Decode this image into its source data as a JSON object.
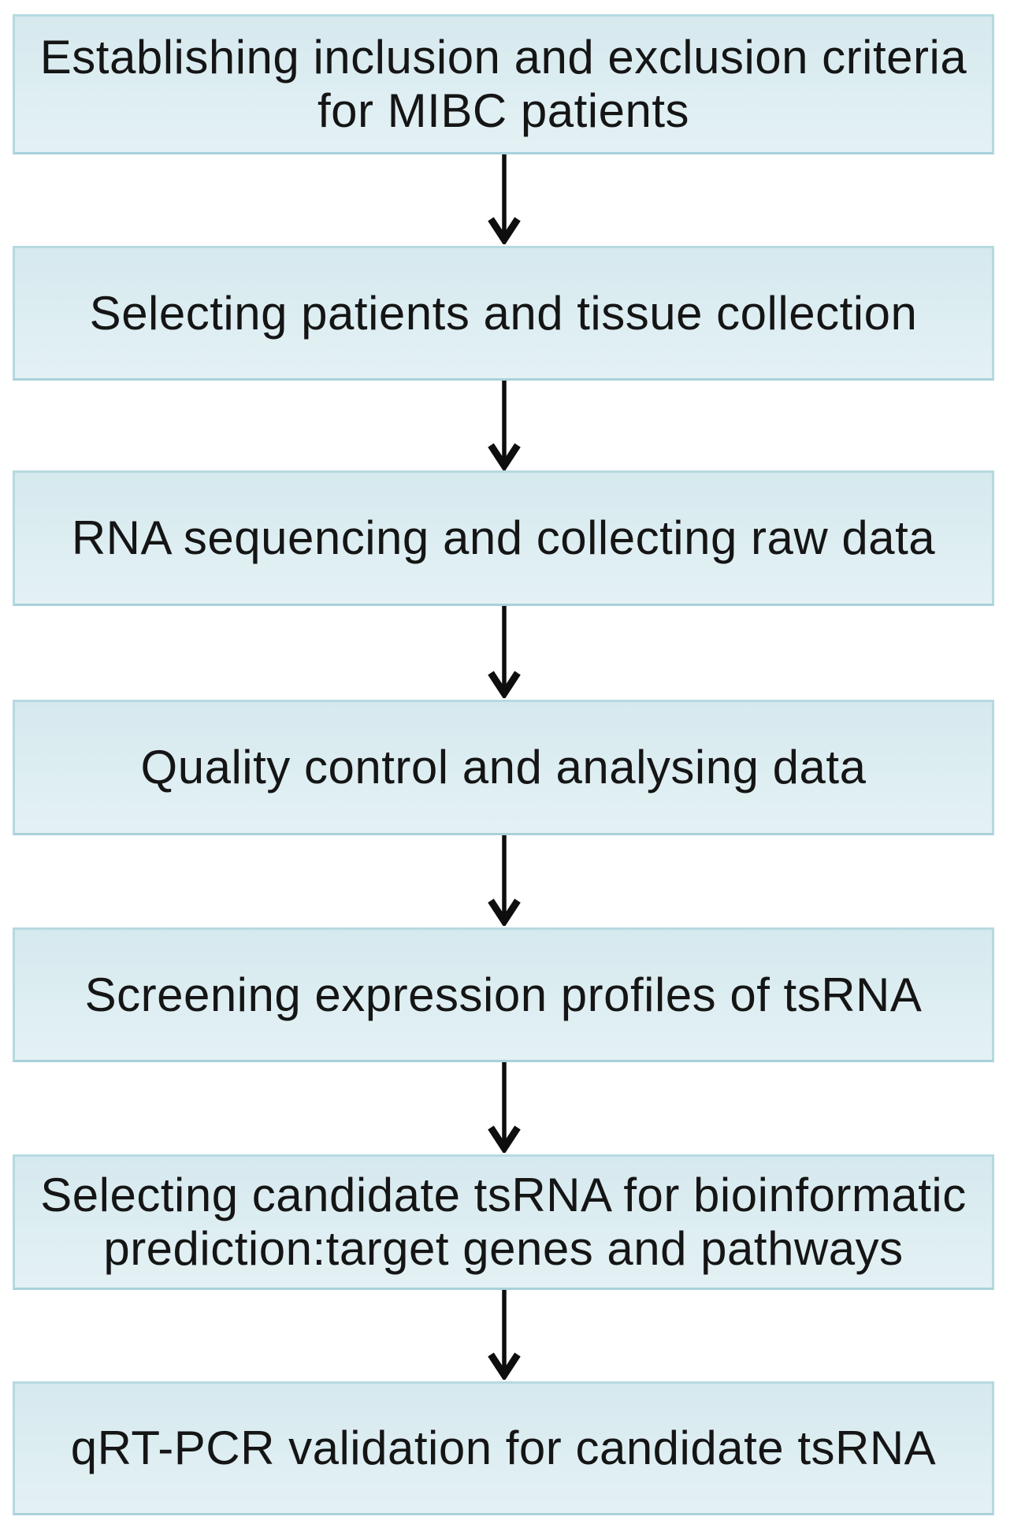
{
  "figure": {
    "type": "flowchart",
    "direction": "top-down",
    "connector_style": "straight-black-arrow-down"
  },
  "colors": {
    "box_fill_top": "#d6e9ee",
    "box_fill_mid": "#dcedf1",
    "box_fill_bottom": "#e4f1f4",
    "box_border": "#b6d9e1",
    "box_border_bottom": "#a8d1da",
    "arrow": "#0e0e0e",
    "text": "#151515",
    "bg": "#ffffff"
  },
  "steps": [
    {
      "lines": [
        "Establishing inclusion and exclusion criteria",
        "for MIBC patients"
      ]
    },
    {
      "lines": [
        "Selecting patients and tissue collection"
      ]
    },
    {
      "lines": [
        "RNA sequencing and collecting raw data"
      ]
    },
    {
      "lines": [
        "Quality control and analysing data"
      ]
    },
    {
      "lines": [
        "Screening expression profiles of tsRNA"
      ]
    },
    {
      "lines": [
        "Selecting candidate tsRNA for bioinformatic",
        "prediction:target genes and pathways"
      ]
    },
    {
      "lines": [
        "qRT-PCR validation for candidate tsRNA"
      ]
    }
  ]
}
